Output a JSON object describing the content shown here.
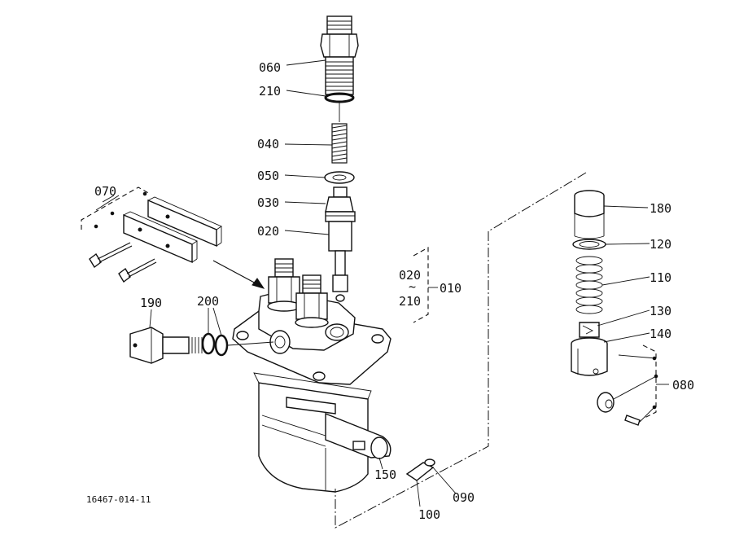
{
  "drawing_number": "16467-014-11",
  "callouts": {
    "p060": "060",
    "p210a": "210",
    "p040": "040",
    "p050": "050",
    "p030": "030",
    "p020a": "020",
    "p020b": "020",
    "p210b": "210",
    "p010": "010",
    "p070": "070",
    "p190": "190",
    "p200": "200",
    "p180": "180",
    "p120": "120",
    "p110": "110",
    "p130": "130",
    "p140": "140",
    "p080": "080",
    "p150": "150",
    "p090": "090",
    "p100": "100"
  }
}
